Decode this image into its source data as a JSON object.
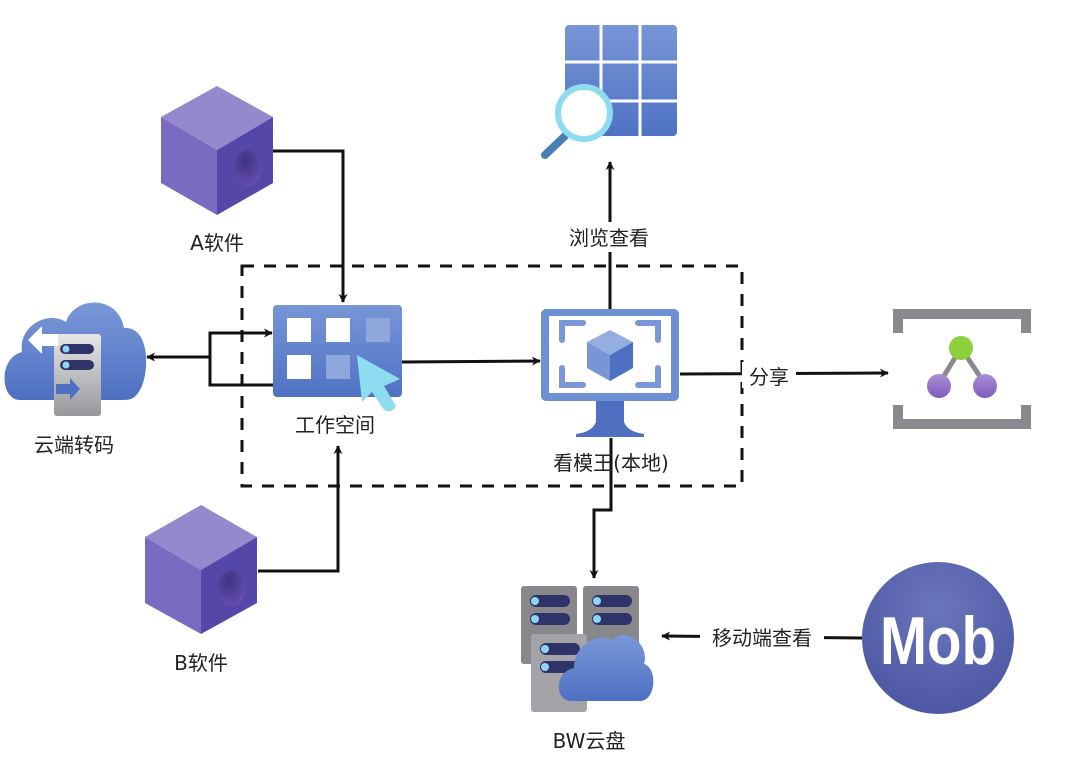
{
  "diagram": {
    "group": {
      "name": "local-environment",
      "style": "dashed"
    },
    "nodes": {
      "software_a": {
        "label": "A软件",
        "icon": "cube-icon",
        "color": "#7b6bc4"
      },
      "software_b": {
        "label": "B软件",
        "icon": "cube-icon",
        "color": "#7b6bc4"
      },
      "cloud_transcode": {
        "label": "云端转码",
        "icon": "cloud-server-icon",
        "color": "#5a80cc"
      },
      "workspace": {
        "label": "工作空间",
        "icon": "workspace-grid-icon",
        "color": "#5f83d0"
      },
      "kanmowang": {
        "label": "看模王(本地)",
        "icon": "monitor-cube-icon",
        "color": "#5f83d0"
      },
      "browse_view": {
        "icon": "grid-search-icon",
        "color": "#5f83d0"
      },
      "share_target": {
        "icon": "network-bracket-icon",
        "color": "#8a8a8e"
      },
      "bw_cloud": {
        "label": "BW云盘",
        "icon": "server-cloud-icon",
        "color": "#5f83d0"
      },
      "mobile": {
        "label": "Mob",
        "icon": "mob-circle-icon",
        "color": "#5157a8"
      }
    },
    "edges": {
      "a_to_workspace": {
        "from": "A软件",
        "to": "工作空间"
      },
      "b_to_workspace": {
        "from": "B软件",
        "to": "工作空间"
      },
      "workspace_to_transcode": {
        "from": "工作空间",
        "to": "云端转码"
      },
      "transcode_to_workspace": {
        "from": "云端转码",
        "to": "工作空间"
      },
      "workspace_to_kanmowang": {
        "from": "工作空间",
        "to": "看模王(本地)"
      },
      "kanmowang_to_browse": {
        "from": "看模王(本地)",
        "to": "browse",
        "label": "浏览查看"
      },
      "kanmowang_to_share": {
        "from": "看模王(本地)",
        "to": "share",
        "label": "分享"
      },
      "kanmowang_to_bw": {
        "from": "看模王(本地)",
        "to": "BW云盘"
      },
      "mobile_to_bw": {
        "from": "Mob",
        "to": "BW云盘",
        "label": "移动端查看"
      }
    }
  }
}
